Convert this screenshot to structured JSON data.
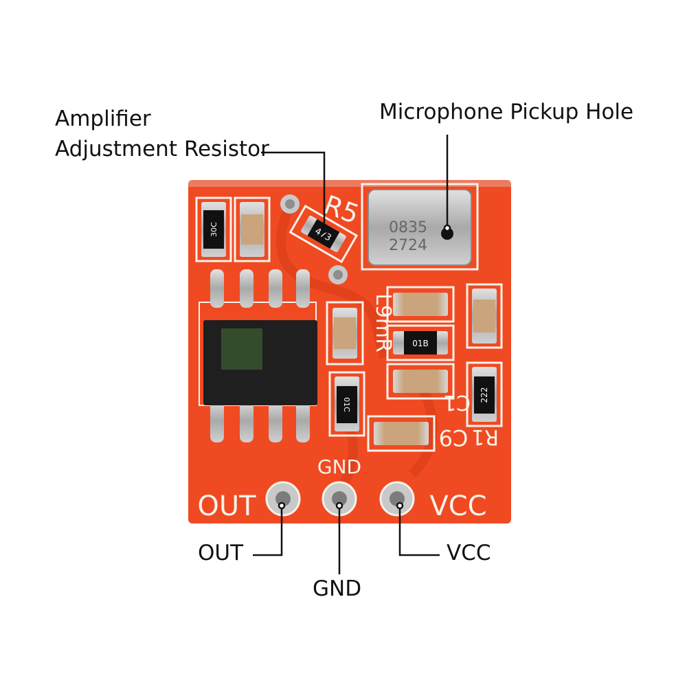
{
  "callouts": {
    "amp_line1": "Amplifier",
    "amp_line2": "Adjustment Resistor",
    "mic_hole": "Microphone Pickup Hole",
    "out": "OUT",
    "gnd": "GND",
    "vcc": "VCC"
  },
  "silkscreen": {
    "r5": "R5",
    "c9": "C9",
    "c1": "C1",
    "r1": "R1",
    "gnd": "GND",
    "out": "OUT",
    "vcc": "VCC",
    "vertical_label": "L9mR"
  },
  "component_marks": {
    "mic_line1": "0835",
    "mic_line2": "2724",
    "resistor_r5": "473",
    "resistor_30c": "30C",
    "resistor_01c": "01C",
    "resistor_01b": "01B",
    "resistor_222": "222"
  },
  "colors": {
    "pcb": "#f04a22",
    "silk": "#f7f2ea",
    "chip": "#1f1f1f",
    "pad": "#c9c9c9",
    "leader": "#111111"
  }
}
